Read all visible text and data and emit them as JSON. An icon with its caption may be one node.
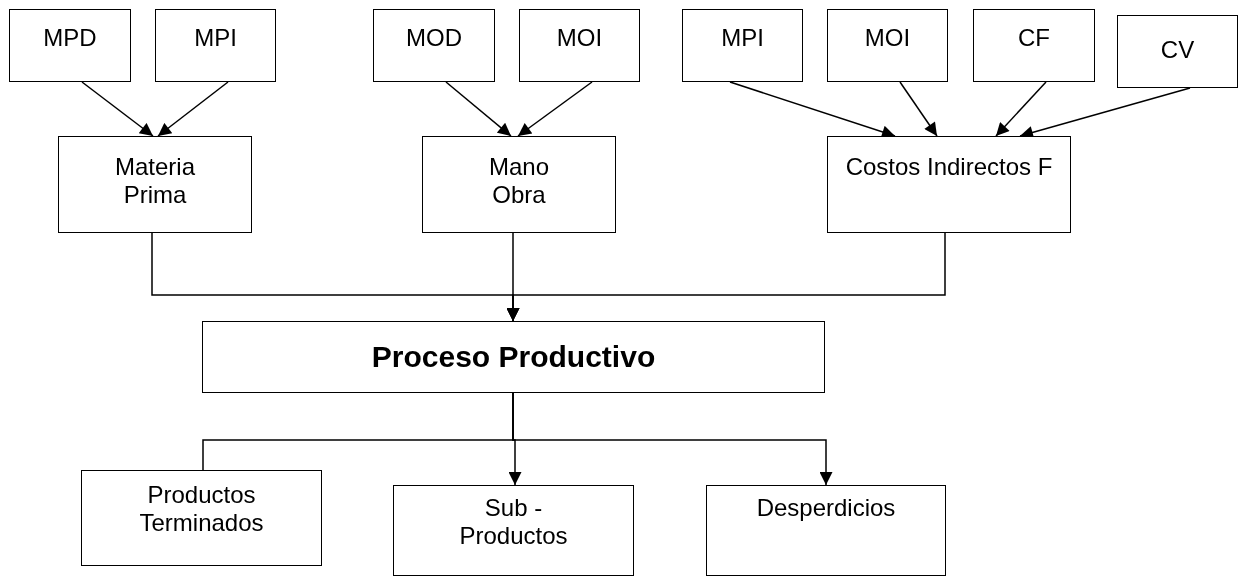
{
  "diagram": {
    "nodes": [
      {
        "text": [
          "MPD"
        ]
      },
      {
        "text": [
          "MPI"
        ]
      },
      {
        "text": [
          "MOD"
        ]
      },
      {
        "text": [
          "MOI"
        ]
      },
      {
        "text": [
          "MPI"
        ]
      },
      {
        "text": [
          "MOI"
        ]
      },
      {
        "text": [
          "CF"
        ]
      },
      {
        "text": [
          "CV"
        ]
      },
      {
        "text": [
          "Materia Prima"
        ]
      },
      {
        "text": [
          "Mano Obra"
        ]
      },
      {
        "text": [
          "Costos Indirectos F"
        ]
      },
      {
        "text": [
          "Proceso Productivo"
        ]
      },
      {
        "text": [
          "Productos Terminados"
        ]
      },
      {
        "text": [
          "Sub  - Productos"
        ]
      },
      {
        "text": [
          "Desperdicios"
        ]
      }
    ],
    "edges": [
      {
        "from": 0,
        "to": 8,
        "arrow": "to"
      },
      {
        "from": 1,
        "to": 8,
        "arrow": "to"
      },
      {
        "from": 2,
        "to": 9,
        "arrow": "to"
      },
      {
        "from": 3,
        "to": 9,
        "arrow": "to"
      },
      {
        "from": 4,
        "to": 10,
        "arrow": "to"
      },
      {
        "from": 5,
        "to": 10,
        "arrow": "to"
      },
      {
        "from": 6,
        "to": 10,
        "arrow": "to"
      },
      {
        "from": 7,
        "to": 10,
        "arrow": "to"
      },
      {
        "from": 8,
        "to": 11,
        "arrow": "to"
      },
      {
        "from": 9,
        "to": 11,
        "arrow": "to"
      },
      {
        "from": 10,
        "to": 11,
        "arrow": "to"
      },
      {
        "from": 11,
        "to": 12,
        "arrow": "none"
      },
      {
        "from": 11,
        "to": 13,
        "arrow": "to"
      },
      {
        "from": 11,
        "to": 14,
        "arrow": "to"
      }
    ]
  }
}
